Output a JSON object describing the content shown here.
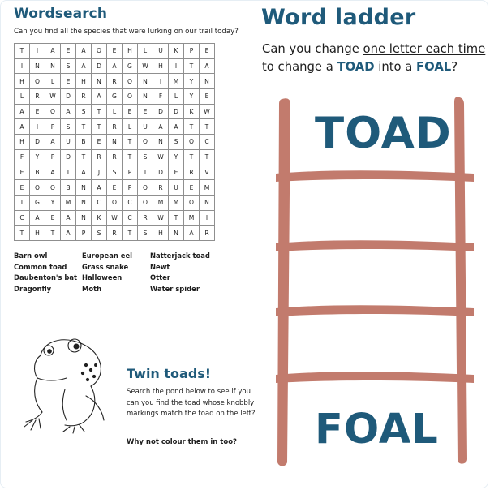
{
  "wordsearch": {
    "title": "Wordsearch",
    "question": "Can you find all the species that were lurking on our trail today?",
    "grid": [
      [
        "T",
        "I",
        "A",
        "E",
        "A",
        "O",
        "E",
        "H",
        "L",
        "U",
        "K",
        "P",
        "E"
      ],
      [
        "I",
        "N",
        "N",
        "S",
        "A",
        "D",
        "A",
        "G",
        "W",
        "H",
        "I",
        "T",
        "A"
      ],
      [
        "H",
        "O",
        "L",
        "E",
        "H",
        "N",
        "R",
        "O",
        "N",
        "I",
        "M",
        "Y",
        "N"
      ],
      [
        "L",
        "R",
        "W",
        "D",
        "R",
        "A",
        "G",
        "O",
        "N",
        "F",
        "L",
        "Y",
        "E"
      ],
      [
        "A",
        "E",
        "O",
        "A",
        "S",
        "T",
        "L",
        "E",
        "E",
        "D",
        "D",
        "K",
        "W"
      ],
      [
        "A",
        "I",
        "P",
        "S",
        "T",
        "T",
        "R",
        "L",
        "U",
        "A",
        "A",
        "T",
        "T"
      ],
      [
        "H",
        "D",
        "A",
        "U",
        "B",
        "E",
        "N",
        "T",
        "O",
        "N",
        "S",
        "O",
        "C"
      ],
      [
        "F",
        "Y",
        "P",
        "D",
        "T",
        "R",
        "R",
        "T",
        "S",
        "W",
        "Y",
        "T",
        "T"
      ],
      [
        "E",
        "B",
        "A",
        "T",
        "A",
        "J",
        "S",
        "P",
        "I",
        "D",
        "E",
        "R",
        "V"
      ],
      [
        "E",
        "O",
        "O",
        "B",
        "N",
        "A",
        "E",
        "P",
        "O",
        "R",
        "U",
        "E",
        "M"
      ],
      [
        "T",
        "G",
        "Y",
        "M",
        "N",
        "C",
        "O",
        "C",
        "O",
        "M",
        "M",
        "O",
        "N"
      ],
      [
        "C",
        "A",
        "E",
        "A",
        "N",
        "K",
        "W",
        "C",
        "R",
        "W",
        "T",
        "M",
        "I"
      ],
      [
        "T",
        "H",
        "T",
        "A",
        "P",
        "S",
        "R",
        "T",
        "S",
        "H",
        "N",
        "A",
        "R"
      ]
    ],
    "words": [
      "Barn owl",
      "European eel",
      "Natterjack toad",
      "Common toad",
      "Grass snake",
      "Newt",
      "Daubenton's bat",
      "Halloween",
      "Otter",
      "Dragonfly",
      "Moth",
      "Water spider"
    ]
  },
  "twin_toads": {
    "title": "Twin toads!",
    "body": "Search the pond below to see if you can you find the toad whose knobbly markings match the toad on the left?",
    "bold_line": "Why not colour them in too?"
  },
  "word_ladder": {
    "title": "Word ladder",
    "question_part1": "Can you change ",
    "question_underlined": "one letter each time",
    "question_part2": "to change a ",
    "start_word_inline": "TOAD",
    "question_part3": " into a ",
    "end_word_inline": "FOAL",
    "question_part4": "?",
    "top_word": "TOAD",
    "bottom_word": "FOAL"
  },
  "colors": {
    "heading": "#1f5a7a",
    "ladder": "#c27b6d",
    "text": "#1e1e1e"
  }
}
